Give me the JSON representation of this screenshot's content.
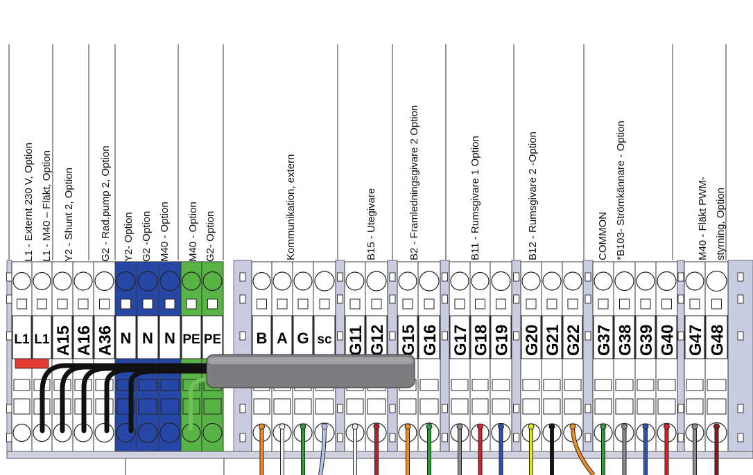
{
  "groups": [
    {
      "id": "g1",
      "lines": [
        "L1 - Externt 230 V, Option",
        "L1 - M40 – Fläkt, Option"
      ]
    },
    {
      "id": "g2",
      "lines": [
        "Y2 - Shunt 2, Option"
      ]
    },
    {
      "id": "g3",
      "lines": [
        "G2 -  Rad.pump 2, Option"
      ]
    },
    {
      "id": "g4",
      "lines": [
        "Y2- Option",
        "G2 -Option",
        "M40 - Option"
      ]
    },
    {
      "id": "g5",
      "lines": [
        "M40 - Option",
        "G2- Option"
      ]
    },
    {
      "id": "g6",
      "lines": [
        "Kommunikation, extern"
      ]
    },
    {
      "id": "g7",
      "lines": [
        "B15 - Utegivare"
      ]
    },
    {
      "id": "g8",
      "lines": [
        "B2 - Framledningsgivare 2 Option"
      ]
    },
    {
      "id": "g9",
      "lines": [
        "B11 - Rumsgivare 1 Option"
      ]
    },
    {
      "id": "g10",
      "lines": [
        "B12 - Rumsgivare 2 -Option"
      ]
    },
    {
      "id": "g11",
      "lines": [
        "COMMON",
        "*B103- Strömkännare - Option"
      ]
    },
    {
      "id": "g12",
      "lines": [
        "M40 - Fläkt PWM-",
        "styrning, Option"
      ]
    }
  ],
  "terminals": [
    {
      "label": "L1",
      "color": "white",
      "vertical": false
    },
    {
      "label": "L1",
      "color": "white",
      "vertical": false
    },
    {
      "label": "A15",
      "color": "white",
      "vertical": true
    },
    {
      "label": "A16",
      "color": "white",
      "vertical": true
    },
    {
      "label": "A36",
      "color": "white",
      "vertical": true
    },
    {
      "label": "N",
      "color": "blue",
      "vertical": false
    },
    {
      "label": "N",
      "color": "blue",
      "vertical": false
    },
    {
      "label": "N",
      "color": "blue",
      "vertical": false
    },
    {
      "label": "PE",
      "color": "green",
      "vertical": false
    },
    {
      "label": "PE",
      "color": "green",
      "vertical": false
    },
    {
      "label": "B",
      "color": "white",
      "vertical": false
    },
    {
      "label": "A",
      "color": "white",
      "vertical": false
    },
    {
      "label": "G",
      "color": "white",
      "vertical": false
    },
    {
      "label": "sc",
      "color": "white",
      "vertical": false
    },
    {
      "label": "G11",
      "color": "white",
      "vertical": true
    },
    {
      "label": "G12",
      "color": "white",
      "vertical": true
    },
    {
      "label": "G15",
      "color": "white",
      "vertical": true
    },
    {
      "label": "G16",
      "color": "white",
      "vertical": true
    },
    {
      "label": "G17",
      "color": "white",
      "vertical": true
    },
    {
      "label": "G18",
      "color": "white",
      "vertical": true
    },
    {
      "label": "G19",
      "color": "white",
      "vertical": true
    },
    {
      "label": "G20",
      "color": "white",
      "vertical": true
    },
    {
      "label": "G21",
      "color": "white",
      "vertical": true
    },
    {
      "label": "G22",
      "color": "white",
      "vertical": true
    },
    {
      "label": "G37",
      "color": "white",
      "vertical": true
    },
    {
      "label": "G38",
      "color": "white",
      "vertical": true
    },
    {
      "label": "G39",
      "color": "white",
      "vertical": true
    },
    {
      "label": "G40",
      "color": "white",
      "vertical": true
    },
    {
      "label": "G47",
      "color": "white",
      "vertical": true
    },
    {
      "label": "G48",
      "color": "white",
      "vertical": true
    }
  ],
  "wire_colors": {
    "B": "#f28a22",
    "A": "#f4f4f4",
    "G": "#2f9e3a",
    "sc": "#b9c4ea",
    "G11": "#f4f4f4",
    "G12": "#b3202a",
    "G15": "#f28a22",
    "G16": "#2f9e3a",
    "G17": "#8a8a8a",
    "G18": "#d8232a",
    "G19": "#2e4fb5",
    "G20": "#e6e619",
    "G21": "#111111",
    "G22": "#f28a22",
    "G37": "#2f9e3a",
    "G38": "#8a8a8a",
    "G39": "#2e4fb5",
    "G40": "#d8232a",
    "G47": "#8a8a8a",
    "G48": "#8c1620"
  },
  "colors": {
    "blue": "#2747a7",
    "green": "#58b444",
    "white": "#ffffff",
    "rail": "#c9cce0"
  }
}
